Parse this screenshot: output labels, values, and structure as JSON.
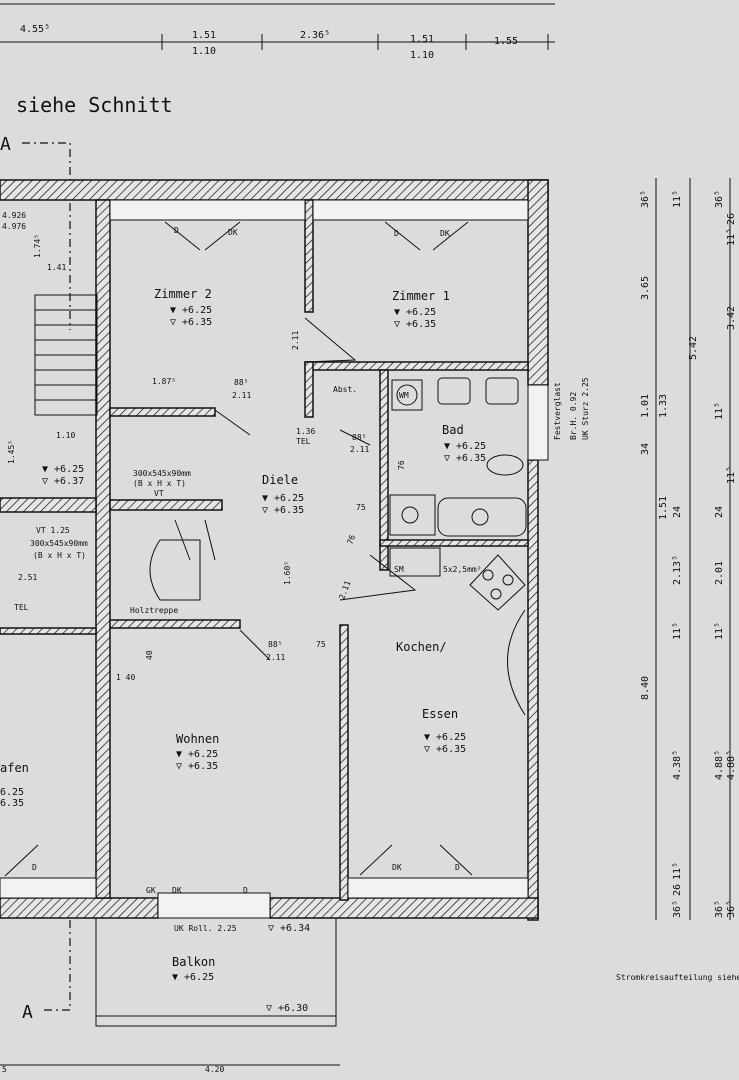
{
  "header": {
    "section_note": "siehe Schnitt",
    "top_dims": [
      "4.55⁵",
      "1.51",
      "1.10",
      "2.36⁵",
      "1.51",
      "1.10",
      "1.55"
    ]
  },
  "section_marks": [
    "A",
    "A"
  ],
  "rooms": {
    "zimmer2": {
      "name": "Zimmer 2",
      "lvl1": "▼ +6.25",
      "lvl2": "▽ +6.35"
    },
    "zimmer1": {
      "name": "Zimmer 1",
      "lvl1": "▼ +6.25",
      "lvl2": "▽ +6.35"
    },
    "bad": {
      "name": "Bad",
      "lvl1": "▼ +6.25",
      "lvl2": "▽ +6.35"
    },
    "diele": {
      "name": "Diele",
      "lvl1": "▼ +6.25",
      "lvl2": "▽ +6.35"
    },
    "kochen": {
      "name": "Kochen/",
      "name2": "Essen",
      "lvl1": "▼ +6.25",
      "lvl2": "▽ +6.35"
    },
    "wohnen": {
      "name": "Wohnen",
      "lvl1": "▼ +6.25",
      "lvl2": "▽ +6.35"
    },
    "balkon": {
      "name": "Balkon",
      "lvl1": "▼ +6.25",
      "lvl2": "▽ +6.30",
      "lvl3": "▽ +6.34"
    },
    "stair": {
      "lvl1": "▼ +6.25",
      "lvl2": "▽ +6.37",
      "label": "Holztreppe"
    },
    "left_room": {
      "name": "afen",
      "lvl1": "6.25",
      "lvl2": "6.35"
    }
  },
  "labels": {
    "abst": "Abst.",
    "tel": "TEL",
    "tel2": "TEL",
    "wm": "WM",
    "vt": "VT 1.25",
    "vt_size": "300x545x90mm",
    "vt_bht": "(B x H x T)",
    "vt2_size": "300x545x90mm",
    "vt2_bht": "(B x H x T)",
    "vt2": "VT",
    "sm": "SM",
    "herd": "5x2,5mm²",
    "fenster": "Festverglast",
    "bruest": "Br.H. 0.92",
    "sturz": "UK Sturz 2.25",
    "uk_roll": "UK Roll. 2.25",
    "gk": "GK",
    "dk": "DK",
    "d": "D",
    "strom": "Stromkreisaufteilung siehe"
  },
  "dims_inner": {
    "d1_87": "1.87⁵",
    "d1_41": "1.41",
    "d1_74": "1.74⁵",
    "d1_10": "1.10",
    "d1_45": "1.45⁵",
    "d2_51": "2.51",
    "d1_40": "1 40",
    "d40": "40",
    "d88a": "88⁵",
    "d2_11a": "2.11",
    "d88b": "88⁵",
    "d2_11b": "2.11",
    "d88c": "88⁵",
    "d2_11c": "2.11",
    "d75a": "75",
    "d75b": "75",
    "d1_60": "1.60⁵",
    "d2_11d": "2.11",
    "d2_11e": "2.11",
    "d76a": "76",
    "d76b": "76",
    "d1_36": "1.36",
    "d4_926": "4.926",
    "d4_976": "4.976",
    "d4_20": "4.20",
    "d5": "5"
  },
  "right_dims": {
    "col1": [
      "36⁵",
      "3.65",
      "1.01",
      "34",
      "24",
      "2.13⁵",
      "11⁵",
      "8.40",
      "4.38⁵",
      "26",
      "11⁵",
      "36⁵"
    ],
    "col2": [
      "11⁵",
      "5.42",
      "1.33",
      "1.51",
      "11⁵",
      "4.88⁵",
      "36⁵"
    ],
    "col3": [
      "36⁵",
      "11⁵",
      "26",
      "3.42",
      "11⁵",
      "24",
      "2.01",
      "11⁵",
      "4.88⁵",
      "36⁵"
    ]
  }
}
